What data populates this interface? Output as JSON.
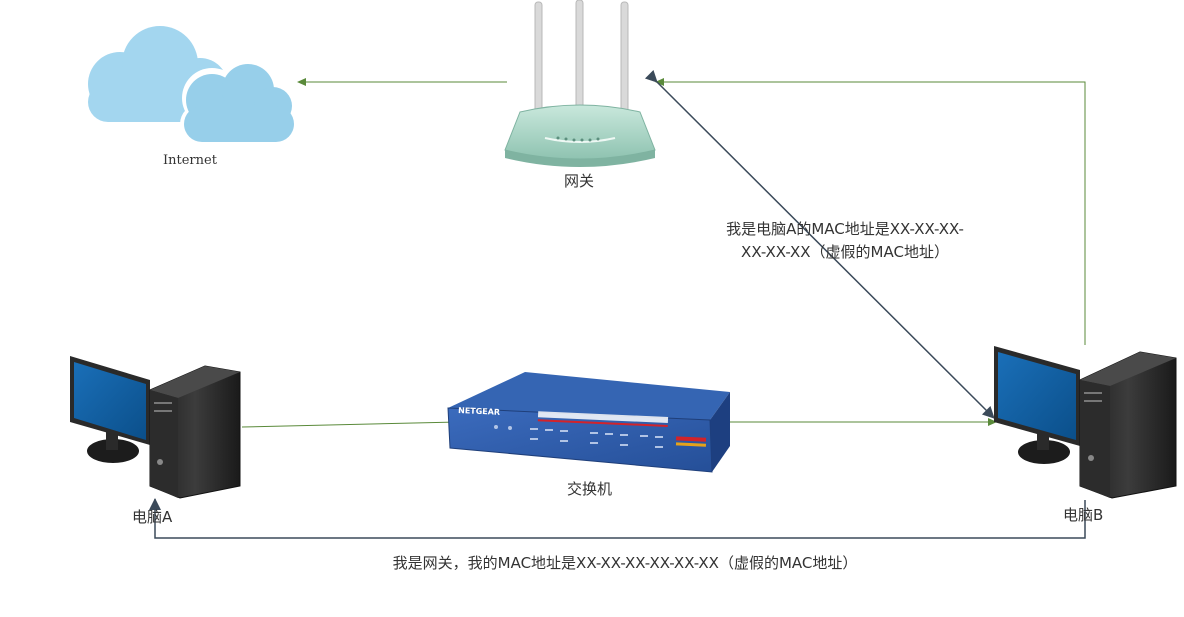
{
  "labels": {
    "internet": "Internet",
    "gateway": "网关",
    "switch": "交换机",
    "pc_a": "电脑A",
    "pc_b": "电脑B",
    "switch_brand": "NETGEAR"
  },
  "notes": {
    "fake_mac_line1": "我是电脑A的MAC地址是XX-XX-XX-",
    "fake_mac_line2": "XX-XX-XX（虚假的MAC地址）",
    "gateway_reply": "我是网关，我的MAC地址是XX-XX-XX-XX-XX-XX（虚假的MAC地址）"
  },
  "colors": {
    "green_line": "#5a8a3a",
    "dark_line": "#3b4a5a",
    "cloud": "#9fd4ee",
    "router": "#a8d4c4",
    "switch": "#2e5aa8",
    "monitor_screen": "#0f5a9a"
  },
  "icons": {
    "cloud": "cloud-icon",
    "router": "router-icon",
    "switch": "switch-icon",
    "pc": "desktop-computer-icon"
  }
}
